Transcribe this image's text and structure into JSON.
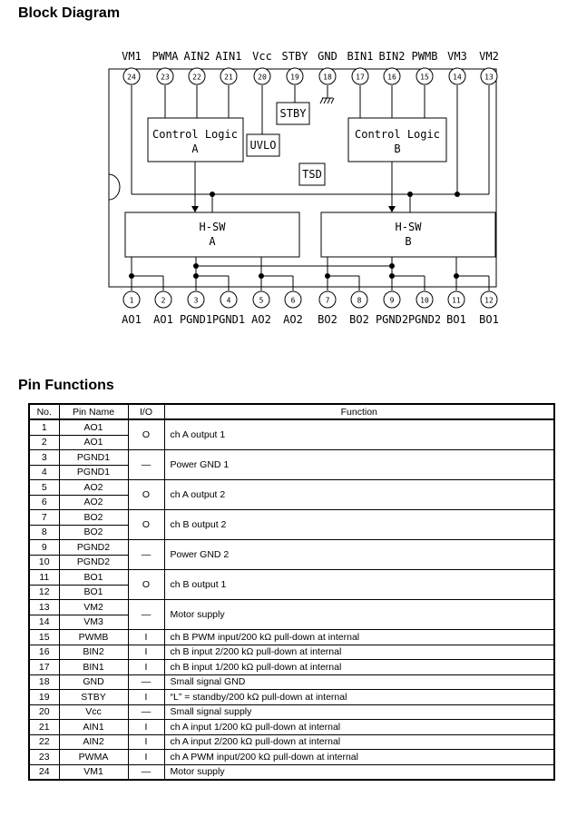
{
  "block_diagram": {
    "title": "Block Diagram",
    "top_pins": [
      {
        "label": "VM1",
        "num": "24"
      },
      {
        "label": "PWMA",
        "num": "23"
      },
      {
        "label": "AIN2",
        "num": "22"
      },
      {
        "label": "AIN1",
        "num": "21"
      },
      {
        "label": "Vcc",
        "num": "20"
      },
      {
        "label": "STBY",
        "num": "19"
      },
      {
        "label": "GND",
        "num": "18"
      },
      {
        "label": "BIN1",
        "num": "17"
      },
      {
        "label": "BIN2",
        "num": "16"
      },
      {
        "label": "PWMB",
        "num": "15"
      },
      {
        "label": "VM3",
        "num": "14"
      },
      {
        "label": "VM2",
        "num": "13"
      }
    ],
    "bottom_pins": [
      {
        "label": "AO1",
        "num": "1"
      },
      {
        "label": "AO1",
        "num": "2"
      },
      {
        "label": "PGND1",
        "num": "3"
      },
      {
        "label": "PGND1",
        "num": "4"
      },
      {
        "label": "AO2",
        "num": "5"
      },
      {
        "label": "AO2",
        "num": "6"
      },
      {
        "label": "BO2",
        "num": "7"
      },
      {
        "label": "BO2",
        "num": "8"
      },
      {
        "label": "PGND2",
        "num": "9"
      },
      {
        "label": "PGND2",
        "num": "10"
      },
      {
        "label": "BO1",
        "num": "11"
      },
      {
        "label": "BO1",
        "num": "12"
      }
    ],
    "blocks": {
      "control_a_line1": "Control Logic",
      "control_a_line2": "A",
      "control_b_line1": "Control Logic",
      "control_b_line2": "B",
      "uvlo": "UVLO",
      "stby": "STBY",
      "tsd": "TSD",
      "hsw_a_line1": "H-SW",
      "hsw_a_line2": "A",
      "hsw_b_line1": "H-SW",
      "hsw_b_line2": "B"
    }
  },
  "pin_functions": {
    "title": "Pin Functions",
    "headers": [
      "No.",
      "Pin Name",
      "I/O",
      "Function"
    ],
    "rows": [
      {
        "no": "1",
        "name": "AO1"
      },
      {
        "no": "2",
        "name": "AO1"
      },
      {
        "no": "3",
        "name": "PGND1"
      },
      {
        "no": "4",
        "name": "PGND1"
      },
      {
        "no": "5",
        "name": "AO2"
      },
      {
        "no": "6",
        "name": "AO2"
      },
      {
        "no": "7",
        "name": "BO2"
      },
      {
        "no": "8",
        "name": "BO2"
      },
      {
        "no": "9",
        "name": "PGND2"
      },
      {
        "no": "10",
        "name": "PGND2"
      },
      {
        "no": "11",
        "name": "BO1"
      },
      {
        "no": "12",
        "name": "BO1"
      },
      {
        "no": "13",
        "name": "VM2"
      },
      {
        "no": "14",
        "name": "VM3"
      },
      {
        "no": "15",
        "name": "PWMB",
        "io": "I",
        "func": "ch B PWM input/200 kΩ pull-down at internal"
      },
      {
        "no": "16",
        "name": "BIN2",
        "io": "I",
        "func": "ch B input 2/200 kΩ pull-down at internal"
      },
      {
        "no": "17",
        "name": "BIN1",
        "io": "I",
        "func": "ch B input 1/200 kΩ pull-down at internal"
      },
      {
        "no": "18",
        "name": "GND",
        "io": "—",
        "func": "Small signal GND"
      },
      {
        "no": "19",
        "name": "STBY",
        "io": "I",
        "func": "“L” = standby/200 kΩ pull-down at internal"
      },
      {
        "no": "20",
        "name": "Vcc",
        "io": "—",
        "func": "Small signal supply"
      },
      {
        "no": "21",
        "name": "AIN1",
        "io": "I",
        "func": "ch A input 1/200 kΩ pull-down at internal"
      },
      {
        "no": "22",
        "name": "AIN2",
        "io": "I",
        "func": "ch A input 2/200 kΩ pull-down at internal"
      },
      {
        "no": "23",
        "name": "PWMA",
        "io": "I",
        "func": "ch A PWM input/200 kΩ pull-down at internal"
      },
      {
        "no": "24",
        "name": "VM1",
        "io": "—",
        "func": "Motor supply"
      }
    ],
    "groups": [
      {
        "io": "O",
        "func": "ch A output 1"
      },
      {
        "io": "—",
        "func": "Power GND 1"
      },
      {
        "io": "O",
        "func": "ch A output 2"
      },
      {
        "io": "O",
        "func": "ch B output 2"
      },
      {
        "io": "—",
        "func": "Power GND 2"
      },
      {
        "io": "O",
        "func": "ch B output 1"
      },
      {
        "io": "—",
        "func": "Motor supply"
      }
    ]
  }
}
